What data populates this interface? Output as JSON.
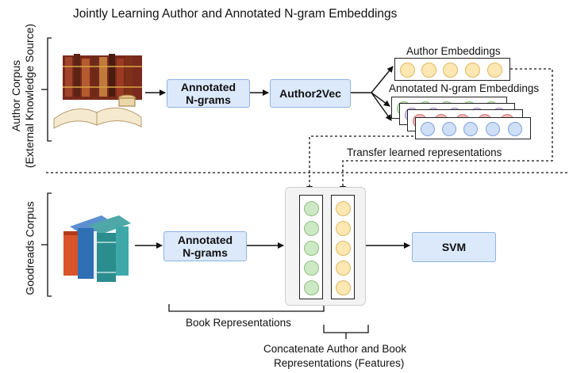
{
  "diagram": {
    "title": "Jointly Learning Author and Annotated N-gram Embeddings",
    "top_section": {
      "side_label_line1": "Author Corpus",
      "side_label_line2": "(External Knowledge Source)",
      "annotated_box": "Annotated N-grams",
      "author2vec_box": "Author2Vec",
      "author_embeddings_label": "Author Embeddings",
      "ngram_embeddings_label": "Annotated N-gram Embeddings",
      "transfer_label": "Transfer learned representations"
    },
    "bottom_section": {
      "side_label": "Goodreads Corpus",
      "annotated_box": "Annotated N-grams",
      "svm_box": "SVM",
      "book_repr_label": "Book Representations",
      "concat_label_line1": "Concatenate Author and Book",
      "concat_label_line2": "Representations (Features)"
    },
    "colors": {
      "box_fill": "#dbe9fb",
      "box_border": "#8fb3e2",
      "author_dot": "#fde7b3",
      "green_dot": "#cde8c4",
      "purple_dot": "#dccdf0",
      "red_dot": "#f4b9b9",
      "blue_dot": "#cfdff8"
    }
  }
}
